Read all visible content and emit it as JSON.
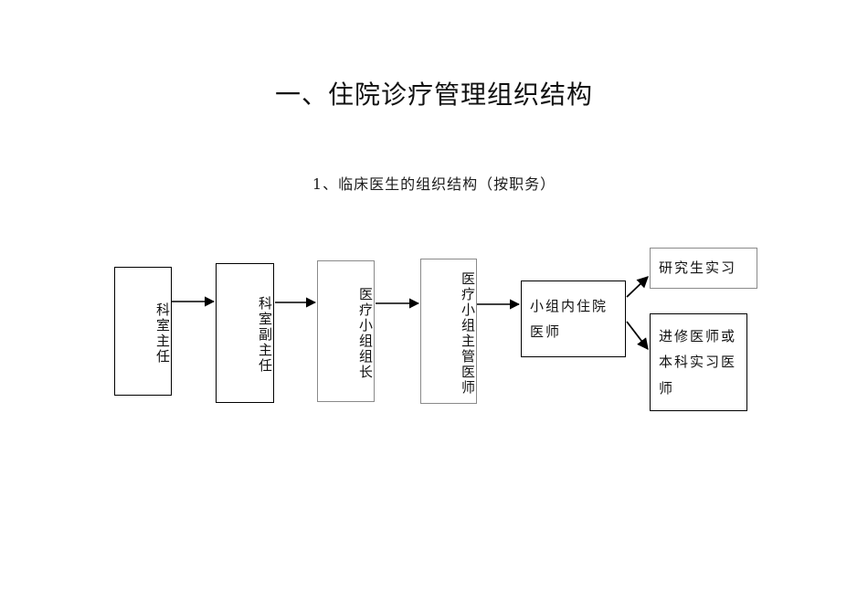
{
  "document": {
    "title": "一、住院诊疗管理组织结构",
    "subtitle": "1、临床医生的组织结构（按职务）"
  },
  "diagram": {
    "type": "flowchart",
    "orientation": "left-to-right",
    "nodes": [
      {
        "id": "n1",
        "label": "科室主任",
        "text_direction": "vertical",
        "border_color": "#000000"
      },
      {
        "id": "n2",
        "label": "科室副主任",
        "text_direction": "vertical",
        "border_color": "#000000"
      },
      {
        "id": "n3",
        "label": "医疗小组组长",
        "text_direction": "vertical",
        "border_color": "#8a8a8a"
      },
      {
        "id": "n4",
        "label": "医疗小组主管医师",
        "text_direction": "vertical",
        "border_color": "#8a8a8a"
      },
      {
        "id": "n5",
        "label": "小组内住院医师",
        "text_direction": "horizontal",
        "border_color": "#000000"
      },
      {
        "id": "n6",
        "label": "研究生实习",
        "text_direction": "horizontal",
        "border_color": "#8a8a8a"
      },
      {
        "id": "n7",
        "label": "进修医师或本科实习医师",
        "text_direction": "horizontal",
        "border_color": "#000000"
      }
    ],
    "edges": [
      {
        "from": "n1",
        "to": "n2",
        "style": "straight-arrow"
      },
      {
        "from": "n2",
        "to": "n3",
        "style": "straight-arrow"
      },
      {
        "from": "n3",
        "to": "n4",
        "style": "straight-arrow"
      },
      {
        "from": "n4",
        "to": "n5",
        "style": "straight-arrow"
      },
      {
        "from": "n5",
        "to": "n6",
        "style": "diagonal-arrow-up"
      },
      {
        "from": "n5",
        "to": "n7",
        "style": "diagonal-arrow-down"
      }
    ],
    "colors": {
      "page_background": "#ffffff",
      "text": "#111111",
      "line": "#000000",
      "line_gray": "#8a8a8a"
    }
  }
}
